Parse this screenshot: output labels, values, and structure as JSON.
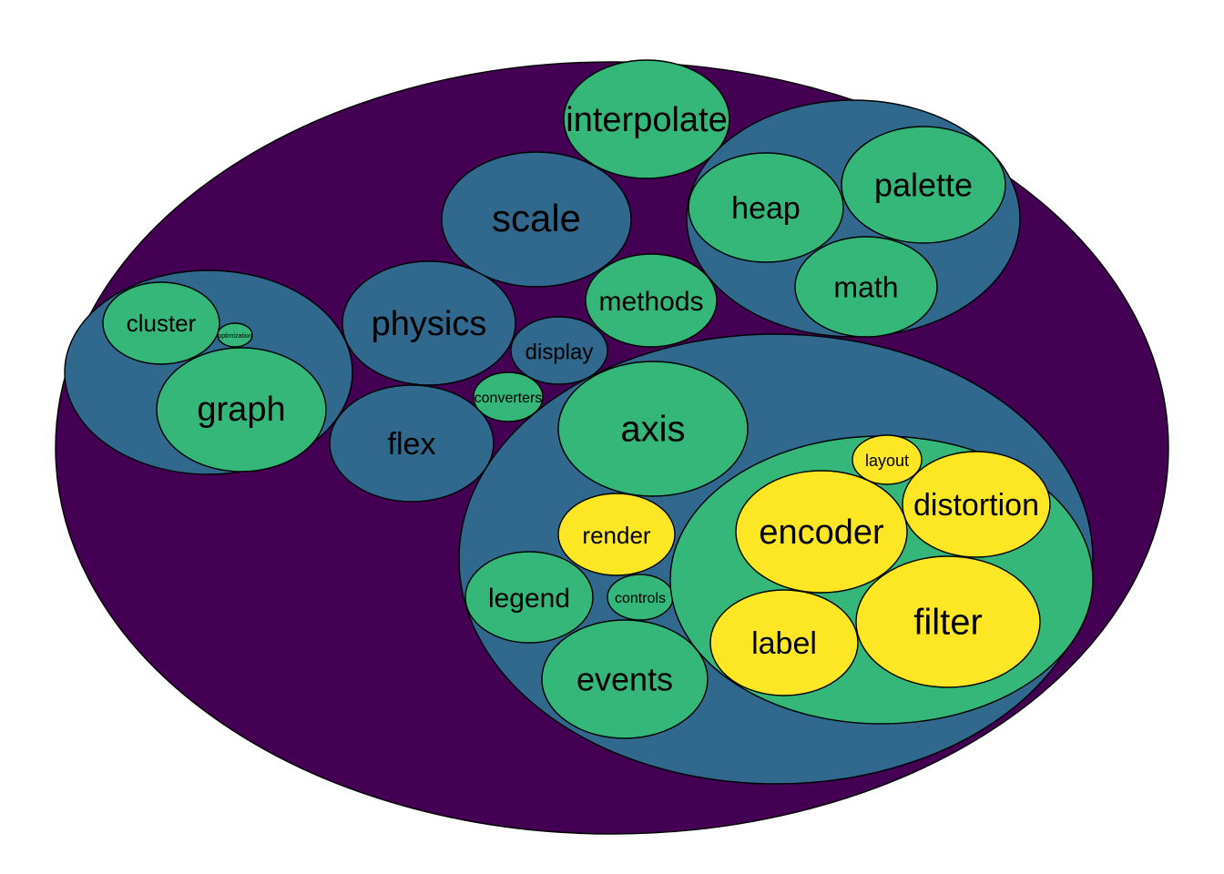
{
  "colors": {
    "depth1": "#440154",
    "depth2": "#31688e",
    "depth3": "#35b779",
    "depth4": "#fde725",
    "outline": "#000000"
  },
  "hierarchy": {
    "name": "",
    "depth": 1,
    "children": [
      {
        "name": "",
        "depth": 2,
        "children": [
          {
            "name": "cluster",
            "depth": 3
          },
          {
            "name": "optimization",
            "depth": 3
          },
          {
            "name": "graph",
            "depth": 3
          }
        ]
      },
      {
        "name": "physics",
        "depth": 2
      },
      {
        "name": "flex",
        "depth": 2
      },
      {
        "name": "scale",
        "depth": 2
      },
      {
        "name": "display",
        "depth": 2
      },
      {
        "name": "interpolate",
        "depth": 2
      },
      {
        "name": "methods",
        "depth": 2
      },
      {
        "name": "converters",
        "depth": 2
      },
      {
        "name": "",
        "depth": 2,
        "children": [
          {
            "name": "heap",
            "depth": 3
          },
          {
            "name": "palette",
            "depth": 3
          },
          {
            "name": "math",
            "depth": 3
          }
        ]
      },
      {
        "name": "",
        "depth": 2,
        "children": [
          {
            "name": "axis",
            "depth": 3
          },
          {
            "name": "render",
            "depth": 3
          },
          {
            "name": "legend",
            "depth": 3
          },
          {
            "name": "controls",
            "depth": 3
          },
          {
            "name": "events",
            "depth": 3
          },
          {
            "name": "",
            "depth": 3,
            "children": [
              {
                "name": "layout",
                "depth": 4
              },
              {
                "name": "distortion",
                "depth": 4
              },
              {
                "name": "encoder",
                "depth": 4
              },
              {
                "name": "filter",
                "depth": 4
              },
              {
                "name": "label",
                "depth": 4
              }
            ]
          }
        ]
      }
    ]
  }
}
